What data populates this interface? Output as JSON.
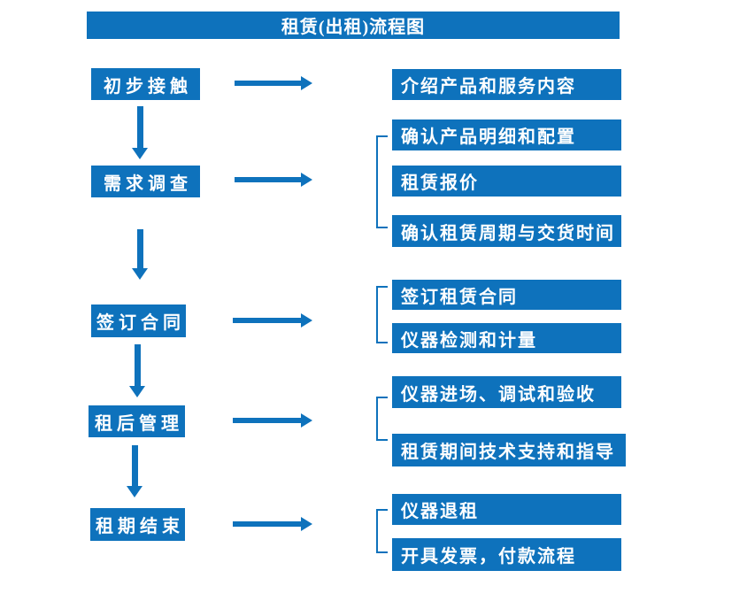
{
  "title": "租赁(出租)流程图",
  "colors": {
    "primary": "#0e72bc",
    "box_text": "#ffffff",
    "page_background": "#ffffff"
  },
  "stages": [
    {
      "label": "初步接触",
      "outputs": [
        "介绍产品和服务内容"
      ]
    },
    {
      "label": "需求调查",
      "outputs": [
        "确认产品明细和配置",
        "租赁报价",
        "确认租赁周期与交货时间"
      ]
    },
    {
      "label": "签订合同",
      "outputs": [
        "签订租赁合同",
        "仪器检测和计量"
      ]
    },
    {
      "label": "租后管理",
      "outputs": [
        "仪器进场、调试和验收",
        "租赁期间技术支持和指导"
      ]
    },
    {
      "label": "租期结束",
      "outputs": [
        "仪器退租",
        "开具发票，付款流程"
      ]
    }
  ]
}
